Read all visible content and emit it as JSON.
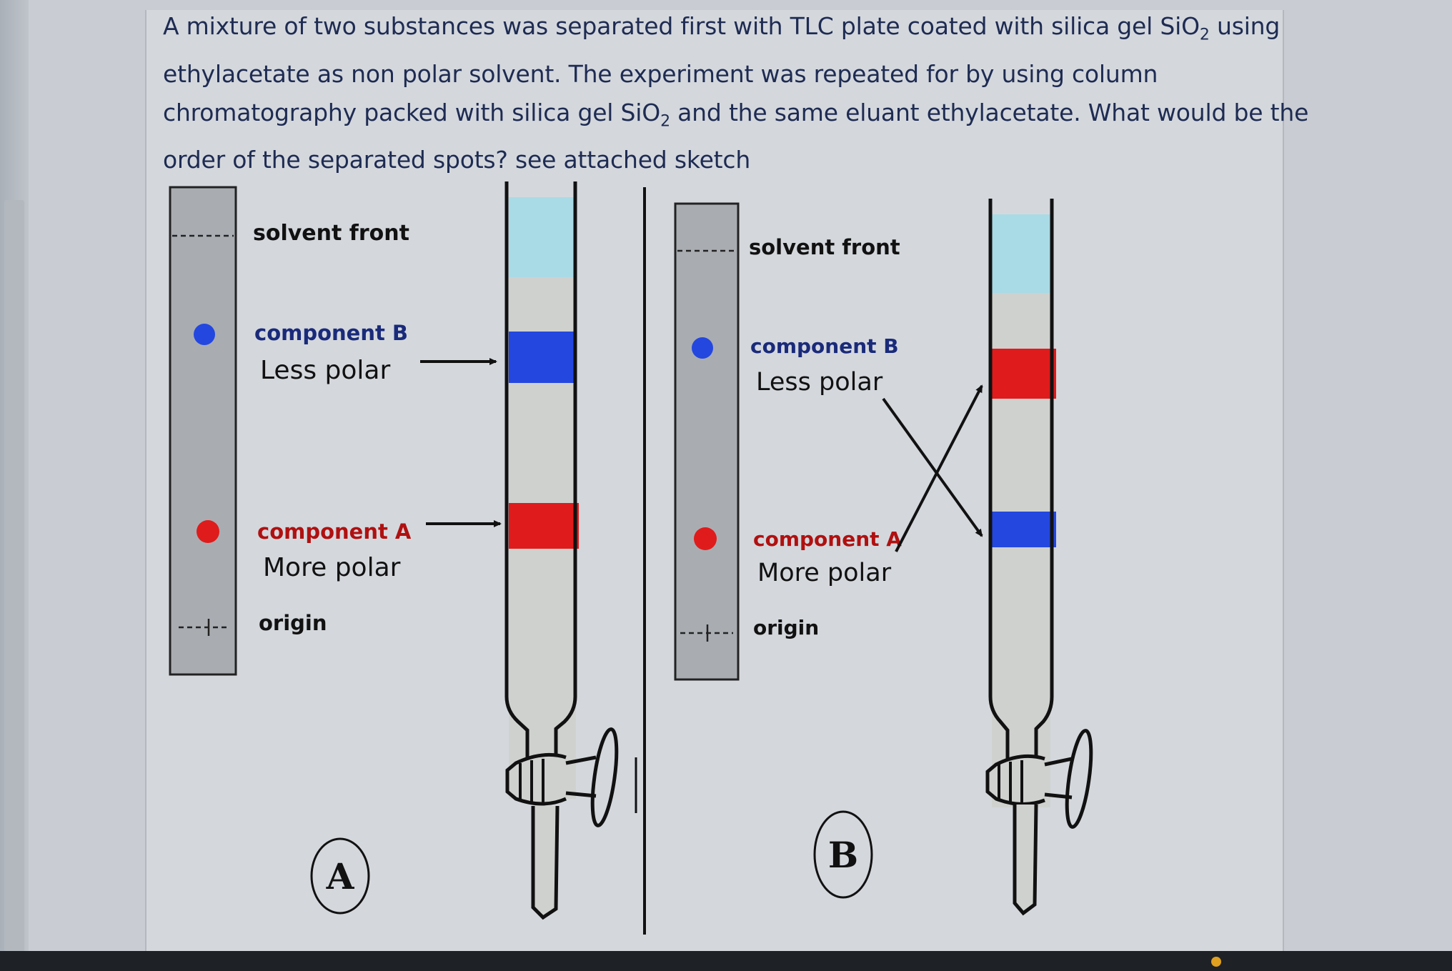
{
  "question": {
    "line1_pre": "A mixture of two substances was separated first with TLC plate coated with silica gel SiO",
    "line1_sub": "2",
    "line1_post": " using",
    "line2": "ethylacetate as non polar solvent. The experiment was repeated for by using column",
    "line3_pre": "chromatography packed with silica gel SiO",
    "line3_sub": "2",
    "line3_post": " and the same eluant ethylacetate. What would be the",
    "line4": "order of the separated spots? see attached sketch"
  },
  "diagram_a": {
    "solvent_front": "solvent front",
    "component_b": "component B",
    "component_b_note": "Less polar",
    "component_a": "component A",
    "component_a_note": "More polar",
    "origin": "origin",
    "option_label": "A"
  },
  "diagram_b": {
    "solvent_front": "solvent front",
    "component_b": "component B",
    "component_b_note": "Less polar",
    "component_a": "component A",
    "component_a_note": "More polar",
    "origin": "origin",
    "option_label": "B"
  },
  "colors": {
    "component_a": "#e01b1b",
    "component_b": "#2447e0",
    "solvent": "#a9dbe6",
    "text_blue": "#1a2a7a",
    "text_red": "#b01010"
  }
}
